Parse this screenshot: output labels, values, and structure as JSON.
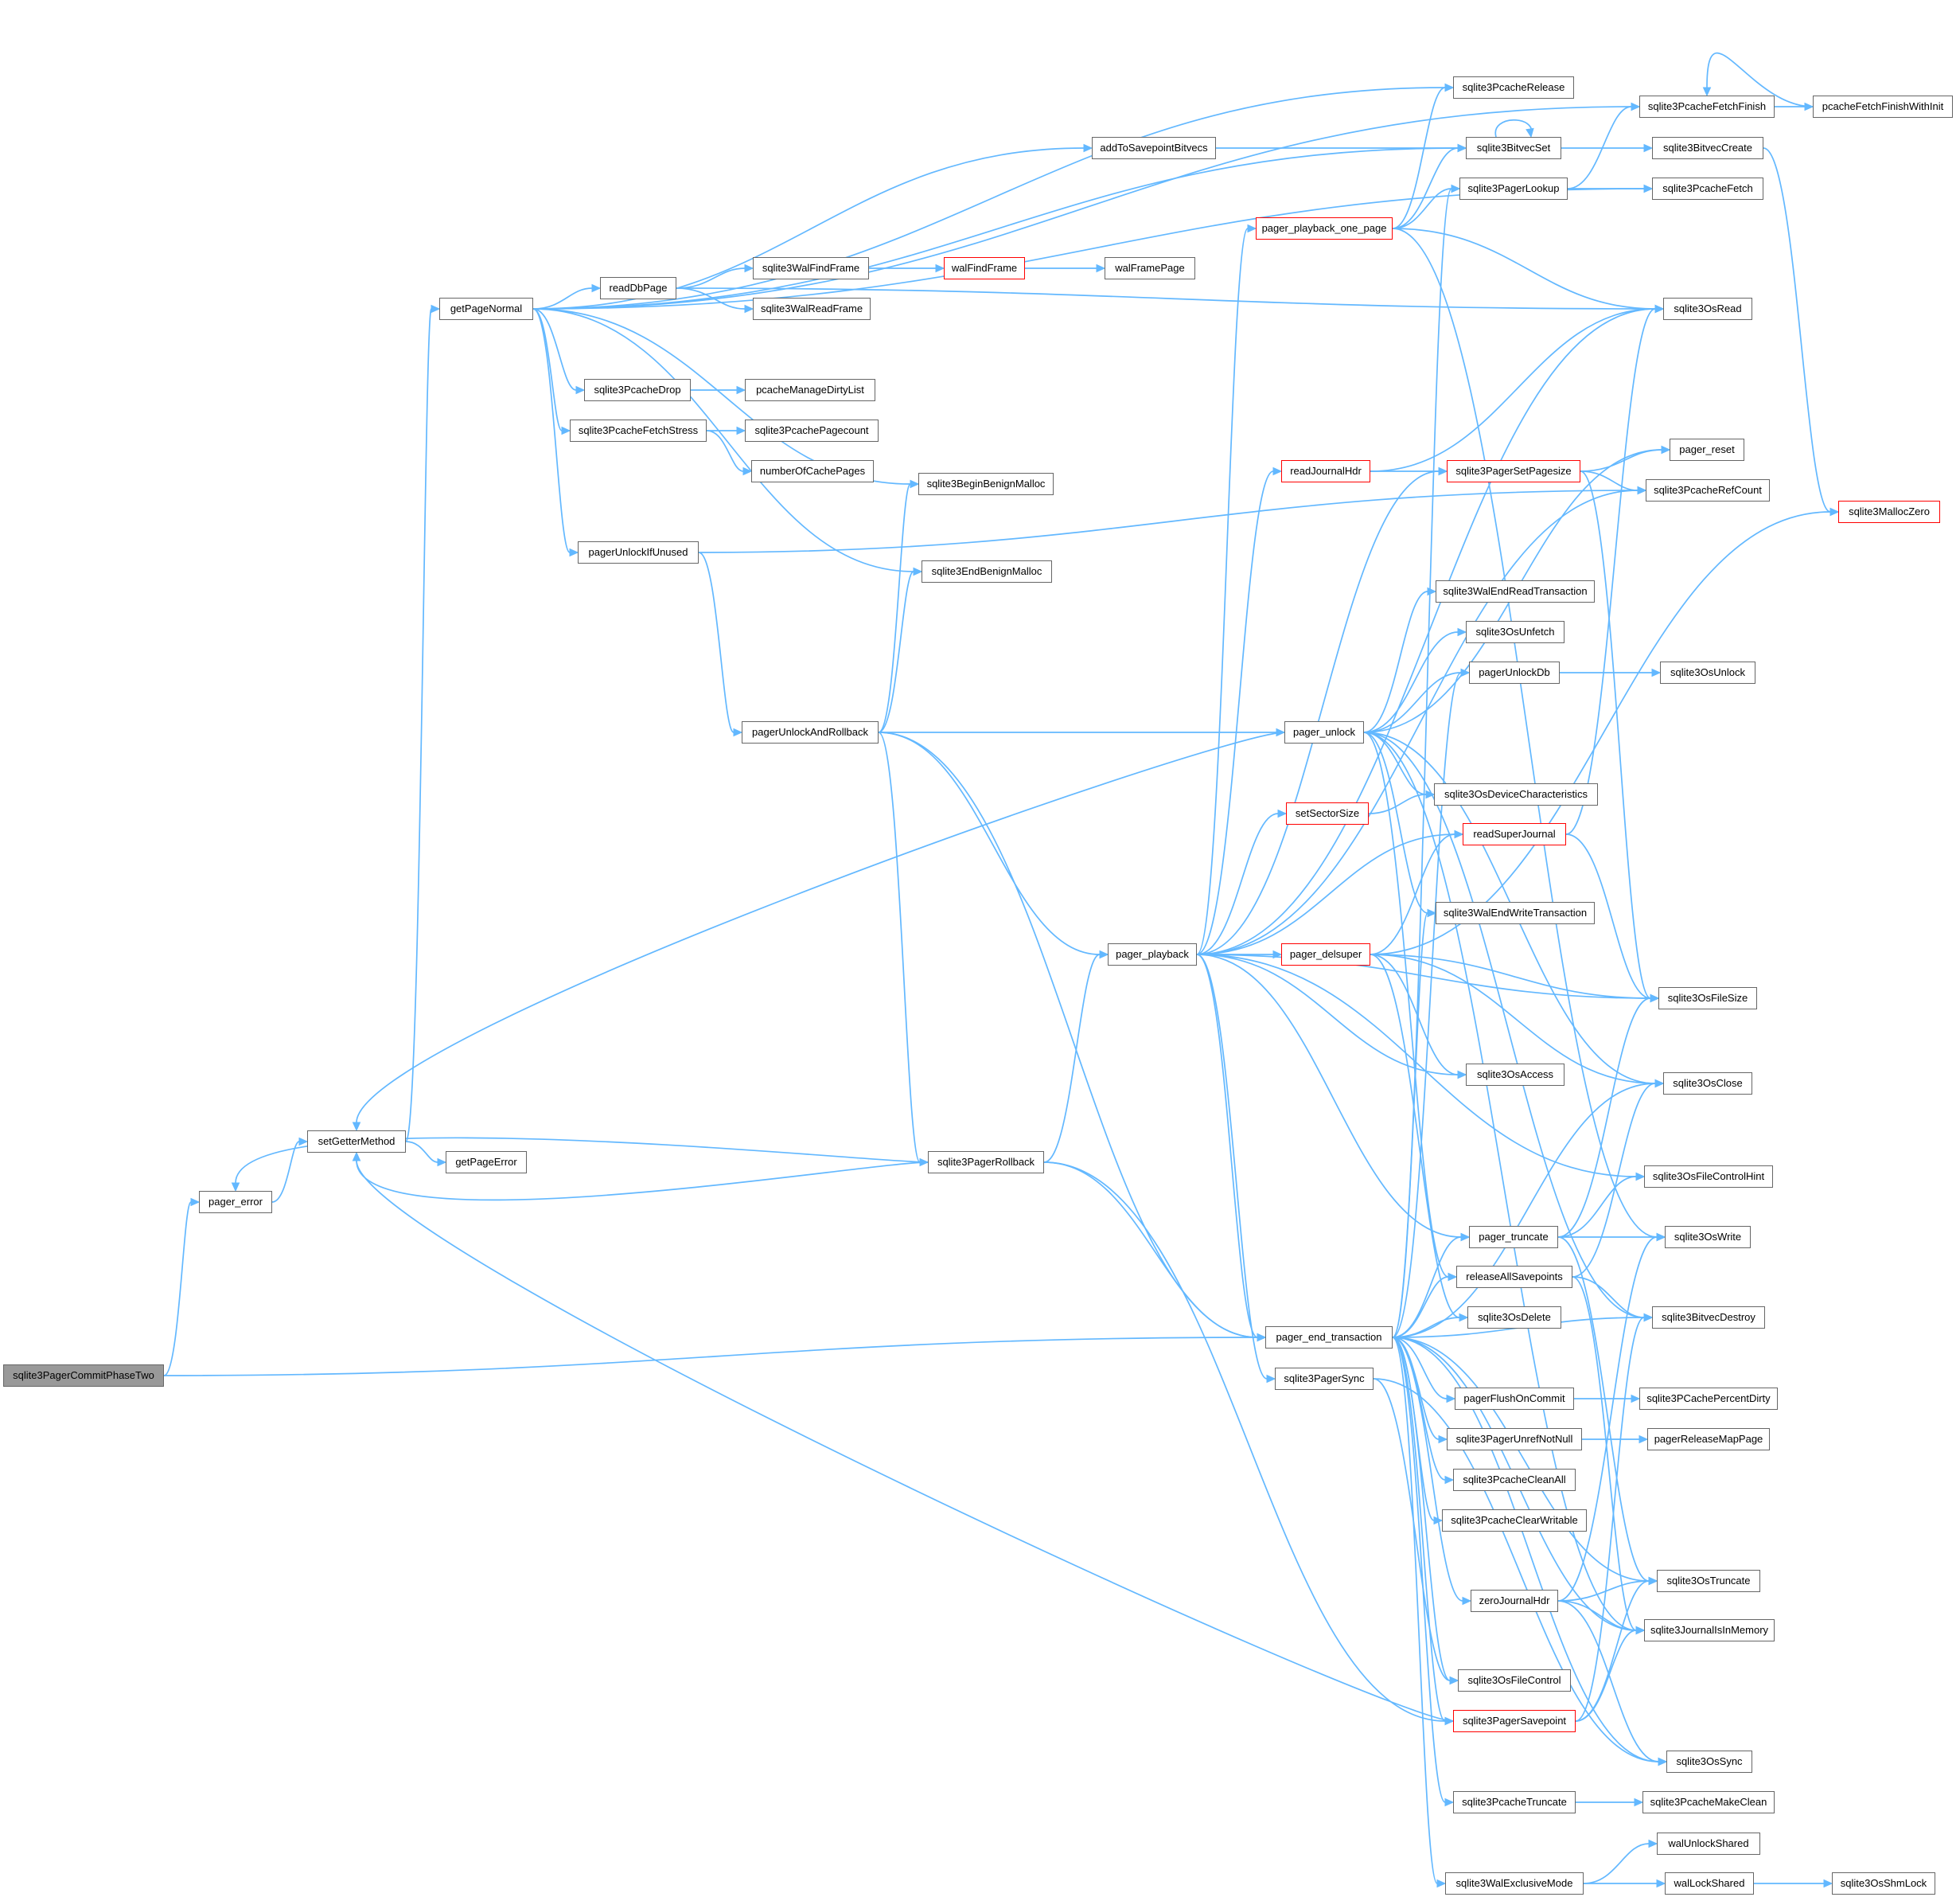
{
  "colors": {
    "edge": "#63b8ff",
    "node_border": "#666666",
    "truncated_border": "#ff0000",
    "root_fill": "#999999"
  },
  "nodes": {
    "root": "sqlite3PagerCommitPhaseTwo",
    "pager_error": "pager_error",
    "setGetterMethod": "setGetterMethod",
    "getPageError": "getPageError",
    "getPageNormal": "getPageNormal",
    "readDbPage": "readDbPage",
    "sqlite3WalFindFrame": "sqlite3WalFindFrame",
    "walFindFrame": "walFindFrame",
    "walFramePage": "walFramePage",
    "sqlite3WalReadFrame": "sqlite3WalReadFrame",
    "sqlite3PcacheDrop": "sqlite3PcacheDrop",
    "pcacheManageDirtyList": "pcacheManageDirtyList",
    "sqlite3PcacheFetchStress": "sqlite3PcacheFetchStress",
    "sqlite3PcachePagecount": "sqlite3PcachePagecount",
    "numberOfCachePages": "numberOfCachePages",
    "sqlite3BeginBenignMalloc": "sqlite3BeginBenignMalloc",
    "pagerUnlockIfUnused": "pagerUnlockIfUnused",
    "sqlite3EndBenignMalloc": "sqlite3EndBenignMalloc",
    "pagerUnlockAndRollback": "pagerUnlockAndRollback",
    "sqlite3PagerRollback": "sqlite3PagerRollback",
    "addToSavepointBitvecs": "addToSavepointBitvecs",
    "sqlite3PcacheRelease": "sqlite3PcacheRelease",
    "sqlite3BitvecSet": "sqlite3BitvecSet",
    "sqlite3PagerLookup": "sqlite3PagerLookup",
    "pager_playback_one_page": "pager_playback_one_page",
    "sqlite3PcacheFetchFinish": "sqlite3PcacheFetchFinish",
    "pcacheFetchFinishWithInit": "pcacheFetchFinishWithInit",
    "sqlite3BitvecCreate": "sqlite3BitvecCreate",
    "sqlite3PcacheFetch": "sqlite3PcacheFetch",
    "sqlite3OsRead": "sqlite3OsRead",
    "pager_reset": "pager_reset",
    "sqlite3PcacheRefCount": "sqlite3PcacheRefCount",
    "sqlite3MallocZero": "sqlite3MallocZero",
    "readJournalHdr": "readJournalHdr",
    "sqlite3PagerSetPagesize": "sqlite3PagerSetPagesize",
    "sqlite3WalEndReadTransaction": "sqlite3WalEndReadTransaction",
    "sqlite3OsUnfetch": "sqlite3OsUnfetch",
    "pagerUnlockDb": "pagerUnlockDb",
    "sqlite3OsUnlock": "sqlite3OsUnlock",
    "pager_unlock": "pager_unlock",
    "sqlite3OsDeviceCharacteristics": "sqlite3OsDeviceCharacteristics",
    "setSectorSize": "setSectorSize",
    "readSuperJournal": "readSuperJournal",
    "sqlite3WalEndWriteTransaction": "sqlite3WalEndWriteTransaction",
    "pager_playback": "pager_playback",
    "pager_delsuper": "pager_delsuper",
    "sqlite3OsFileSize": "sqlite3OsFileSize",
    "sqlite3OsAccess": "sqlite3OsAccess",
    "sqlite3OsClose": "sqlite3OsClose",
    "sqlite3OsFileControlHint": "sqlite3OsFileControlHint",
    "pager_truncate": "pager_truncate",
    "sqlite3OsWrite": "sqlite3OsWrite",
    "releaseAllSavepoints": "releaseAllSavepoints",
    "sqlite3OsDelete": "sqlite3OsDelete",
    "sqlite3BitvecDestroy": "sqlite3BitvecDestroy",
    "pager_end_transaction": "pager_end_transaction",
    "sqlite3PagerSync": "sqlite3PagerSync",
    "pagerFlushOnCommit": "pagerFlushOnCommit",
    "sqlite3PCachePercentDirty": "sqlite3PCachePercentDirty",
    "sqlite3PagerUnrefNotNull": "sqlite3PagerUnrefNotNull",
    "pagerReleaseMapPage": "pagerReleaseMapPage",
    "sqlite3PcacheCleanAll": "sqlite3PcacheCleanAll",
    "sqlite3PcacheClearWritable": "sqlite3PcacheClearWritable",
    "sqlite3OsTruncate": "sqlite3OsTruncate",
    "zeroJournalHdr": "zeroJournalHdr",
    "sqlite3JournalIsInMemory": "sqlite3JournalIsInMemory",
    "sqlite3OsFileControl": "sqlite3OsFileControl",
    "sqlite3PagerSavepoint": "sqlite3PagerSavepoint",
    "sqlite3OsSync": "sqlite3OsSync",
    "sqlite3PcacheTruncate": "sqlite3PcacheTruncate",
    "sqlite3PcacheMakeClean": "sqlite3PcacheMakeClean",
    "walUnlockShared": "walUnlockShared",
    "sqlite3WalExclusiveMode": "sqlite3WalExclusiveMode",
    "walLockShared": "walLockShared",
    "sqlite3OsShmLock": "sqlite3OsShmLock"
  },
  "truncated": [
    "walFindFrame",
    "pager_playback_one_page",
    "sqlite3MallocZero",
    "readJournalHdr",
    "sqlite3PagerSetPagesize",
    "setSectorSize",
    "readSuperJournal",
    "pager_delsuper",
    "sqlite3PagerSavepoint"
  ],
  "edges": [
    [
      "root",
      "pager_error"
    ],
    [
      "root",
      "pager_end_transaction"
    ],
    [
      "pager_error",
      "setGetterMethod"
    ],
    [
      "setGetterMethod",
      "getPageError"
    ],
    [
      "setGetterMethod",
      "getPageNormal"
    ],
    [
      "getPageNormal",
      "addToSavepointBitvecs"
    ],
    [
      "getPageNormal",
      "sqlite3BitvecSet"
    ],
    [
      "getPageNormal",
      "sqlite3PcacheRelease"
    ],
    [
      "getPageNormal",
      "sqlite3PcacheFetch"
    ],
    [
      "getPageNormal",
      "sqlite3PcacheFetchFinish"
    ],
    [
      "getPageNormal",
      "readDbPage"
    ],
    [
      "getPageNormal",
      "sqlite3PcacheDrop"
    ],
    [
      "getPageNormal",
      "sqlite3PcacheFetchStress"
    ],
    [
      "getPageNormal",
      "sqlite3BeginBenignMalloc"
    ],
    [
      "getPageNormal",
      "sqlite3EndBenignMalloc"
    ],
    [
      "getPageNormal",
      "pagerUnlockIfUnused"
    ],
    [
      "readDbPage",
      "sqlite3WalFindFrame"
    ],
    [
      "readDbPage",
      "sqlite3WalReadFrame"
    ],
    [
      "readDbPage",
      "sqlite3OsRead"
    ],
    [
      "sqlite3WalFindFrame",
      "walFindFrame"
    ],
    [
      "walFindFrame",
      "walFramePage"
    ],
    [
      "sqlite3PcacheDrop",
      "pcacheManageDirtyList"
    ],
    [
      "sqlite3PcacheFetchStress",
      "sqlite3PcachePagecount"
    ],
    [
      "sqlite3PcacheFetchStress",
      "numberOfCachePages"
    ],
    [
      "pagerUnlockIfUnused",
      "pagerUnlockAndRollback"
    ],
    [
      "pagerUnlockIfUnused",
      "sqlite3PcacheRefCount"
    ],
    [
      "addToSavepointBitvecs",
      "sqlite3BitvecSet"
    ],
    [
      "sqlite3BitvecSet",
      "sqlite3BitvecSet"
    ],
    [
      "sqlite3BitvecSet",
      "sqlite3BitvecCreate"
    ],
    [
      "sqlite3BitvecCreate",
      "sqlite3MallocZero"
    ],
    [
      "sqlite3PcacheFetchFinish",
      "pcacheFetchFinishWithInit"
    ],
    [
      "pcacheFetchFinishWithInit",
      "sqlite3PcacheFetchFinish"
    ],
    [
      "sqlite3PagerLookup",
      "sqlite3PcacheFetch"
    ],
    [
      "sqlite3PagerLookup",
      "sqlite3PcacheFetchFinish"
    ],
    [
      "pager_playback_one_page",
      "sqlite3PcacheRelease"
    ],
    [
      "pager_playback_one_page",
      "sqlite3BitvecSet"
    ],
    [
      "pager_playback_one_page",
      "sqlite3PagerLookup"
    ],
    [
      "pager_playback_one_page",
      "sqlite3OsRead"
    ],
    [
      "pager_playback_one_page",
      "sqlite3OsWrite"
    ],
    [
      "pagerUnlockAndRollback",
      "sqlite3BeginBenignMalloc"
    ],
    [
      "pagerUnlockAndRollback",
      "sqlite3EndBenignMalloc"
    ],
    [
      "pagerUnlockAndRollback",
      "pager_unlock"
    ],
    [
      "pagerUnlockAndRollback",
      "pager_playback"
    ],
    [
      "pagerUnlockAndRollback",
      "pager_end_transaction"
    ],
    [
      "pagerUnlockAndRollback",
      "sqlite3PagerRollback"
    ],
    [
      "sqlite3PagerRollback",
      "setGetterMethod"
    ],
    [
      "sqlite3PagerRollback",
      "pager_error"
    ],
    [
      "sqlite3PagerRollback",
      "pager_playback"
    ],
    [
      "sqlite3PagerRollback",
      "pager_end_transaction"
    ],
    [
      "sqlite3PagerRollback",
      "sqlite3PagerSavepoint"
    ],
    [
      "pager_unlock",
      "setGetterMethod"
    ],
    [
      "pager_unlock",
      "sqlite3WalEndReadTransaction"
    ],
    [
      "pager_unlock",
      "sqlite3OsUnfetch"
    ],
    [
      "pager_unlock",
      "pagerUnlockDb"
    ],
    [
      "pager_unlock",
      "sqlite3OsDeviceCharacteristics"
    ],
    [
      "pager_unlock",
      "sqlite3OsClose"
    ],
    [
      "pager_unlock",
      "sqlite3BitvecDestroy"
    ],
    [
      "pager_unlock",
      "releaseAllSavepoints"
    ],
    [
      "pager_unlock",
      "sqlite3WalEndWriteTransaction"
    ],
    [
      "pager_unlock",
      "pager_reset"
    ],
    [
      "pager_unlock",
      "sqlite3JournalIsInMemory"
    ],
    [
      "pagerUnlockDb",
      "sqlite3OsUnlock"
    ],
    [
      "pager_playback",
      "pager_playback_one_page"
    ],
    [
      "pager_playback",
      "readJournalHdr"
    ],
    [
      "pager_playback",
      "sqlite3PagerSetPagesize"
    ],
    [
      "pager_playback",
      "setSectorSize"
    ],
    [
      "pager_playback",
      "readSuperJournal"
    ],
    [
      "pager_playback",
      "pager_delsuper"
    ],
    [
      "pager_playback",
      "sqlite3OsFileSize"
    ],
    [
      "pager_playback",
      "sqlite3OsAccess"
    ],
    [
      "pager_playback",
      "sqlite3OsFileControlHint"
    ],
    [
      "pager_playback",
      "pager_truncate"
    ],
    [
      "pager_playback",
      "pager_end_transaction"
    ],
    [
      "pager_playback",
      "sqlite3PagerSync"
    ],
    [
      "pager_playback",
      "sqlite3OsRead"
    ],
    [
      "pager_playback",
      "sqlite3PcacheRefCount"
    ],
    [
      "readJournalHdr",
      "sqlite3OsRead"
    ],
    [
      "readJournalHdr",
      "sqlite3PagerSetPagesize"
    ],
    [
      "sqlite3PagerSetPagesize",
      "pager_reset"
    ],
    [
      "sqlite3PagerSetPagesize",
      "sqlite3PcacheRefCount"
    ],
    [
      "sqlite3PagerSetPagesize",
      "sqlite3OsFileSize"
    ],
    [
      "setSectorSize",
      "sqlite3OsDeviceCharacteristics"
    ],
    [
      "readSuperJournal",
      "sqlite3OsFileSize"
    ],
    [
      "readSuperJournal",
      "sqlite3OsRead"
    ],
    [
      "pager_delsuper",
      "readSuperJournal"
    ],
    [
      "pager_delsuper",
      "sqlite3OsFileSize"
    ],
    [
      "pager_delsuper",
      "sqlite3OsAccess"
    ],
    [
      "pager_delsuper",
      "sqlite3OsClose"
    ],
    [
      "pager_delsuper",
      "sqlite3OsDelete"
    ],
    [
      "pager_delsuper",
      "sqlite3MallocZero"
    ],
    [
      "pager_truncate",
      "sqlite3OsFileSize"
    ],
    [
      "pager_truncate",
      "sqlite3OsFileControlHint"
    ],
    [
      "pager_truncate",
      "sqlite3OsWrite"
    ],
    [
      "pager_truncate",
      "sqlite3OsTruncate"
    ],
    [
      "releaseAllSavepoints",
      "sqlite3BitvecDestroy"
    ],
    [
      "releaseAllSavepoints",
      "sqlite3OsClose"
    ],
    [
      "releaseAllSavepoints",
      "sqlite3JournalIsInMemory"
    ],
    [
      "pager_end_transaction",
      "releaseAllSavepoints"
    ],
    [
      "pager_end_transaction",
      "sqlite3OsDelete"
    ],
    [
      "pager_end_transaction",
      "sqlite3BitvecDestroy"
    ],
    [
      "pager_end_transaction",
      "pagerFlushOnCommit"
    ],
    [
      "pager_end_transaction",
      "sqlite3PagerUnrefNotNull"
    ],
    [
      "pager_end_transaction",
      "sqlite3PcacheCleanAll"
    ],
    [
      "pager_end_transaction",
      "sqlite3PcacheClearWritable"
    ],
    [
      "pager_end_transaction",
      "zeroJournalHdr"
    ],
    [
      "pager_end_transaction",
      "sqlite3OsTruncate"
    ],
    [
      "pager_end_transaction",
      "sqlite3JournalIsInMemory"
    ],
    [
      "pager_end_transaction",
      "sqlite3OsFileControl"
    ],
    [
      "pager_end_transaction",
      "sqlite3PagerSavepoint"
    ],
    [
      "pager_end_transaction",
      "sqlite3PcacheTruncate"
    ],
    [
      "pager_end_transaction",
      "sqlite3WalExclusiveMode"
    ],
    [
      "pager_end_transaction",
      "pager_truncate"
    ],
    [
      "pager_end_transaction",
      "pagerUnlockDb"
    ],
    [
      "pager_end_transaction",
      "sqlite3WalEndWriteTransaction"
    ],
    [
      "pager_end_transaction",
      "sqlite3OsClose"
    ],
    [
      "pager_end_transaction",
      "sqlite3PagerLookup"
    ],
    [
      "pager_end_transaction",
      "sqlite3OsSync"
    ],
    [
      "sqlite3PagerSync",
      "sqlite3OsFileControl"
    ],
    [
      "sqlite3PagerSync",
      "sqlite3OsSync"
    ],
    [
      "pagerFlushOnCommit",
      "sqlite3PCachePercentDirty"
    ],
    [
      "sqlite3PagerUnrefNotNull",
      "pagerReleaseMapPage"
    ],
    [
      "zeroJournalHdr",
      "sqlite3OsTruncate"
    ],
    [
      "zeroJournalHdr",
      "sqlite3OsWrite"
    ],
    [
      "zeroJournalHdr",
      "sqlite3OsSync"
    ],
    [
      "zeroJournalHdr",
      "sqlite3JournalIsInMemory"
    ],
    [
      "sqlite3PagerSavepoint",
      "sqlite3BitvecDestroy"
    ],
    [
      "sqlite3PagerSavepoint",
      "sqlite3OsTruncate"
    ],
    [
      "sqlite3PagerSavepoint",
      "sqlite3JournalIsInMemory"
    ],
    [
      "sqlite3PagerSavepoint",
      "setGetterMethod"
    ],
    [
      "sqlite3PcacheTruncate",
      "sqlite3PcacheMakeClean"
    ],
    [
      "sqlite3WalExclusiveMode",
      "walUnlockShared"
    ],
    [
      "sqlite3WalExclusiveMode",
      "walLockShared"
    ],
    [
      "walLockShared",
      "sqlite3OsShmLock"
    ]
  ]
}
